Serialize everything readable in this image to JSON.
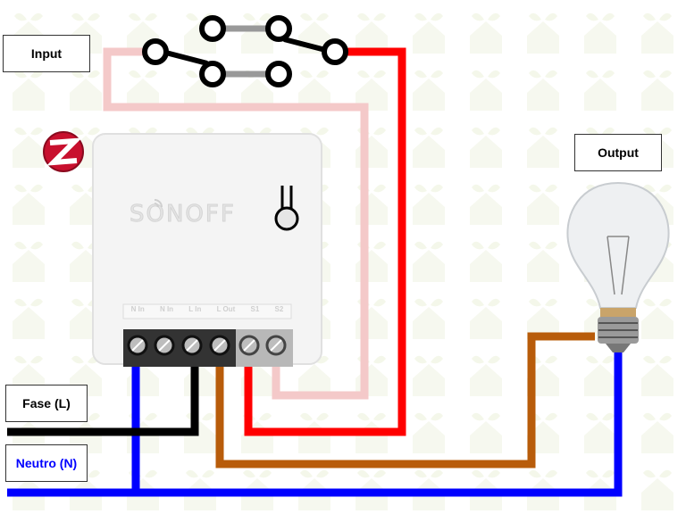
{
  "labels": {
    "input": "Input",
    "output": "Output",
    "fase": "Fase (L)",
    "neutro": "Neutro (N)"
  },
  "device": {
    "brand": "SONOFF",
    "protocol_badge": "Z",
    "terminals": [
      "N In",
      "N In",
      "L In",
      "L Out",
      "S1",
      "S2"
    ]
  },
  "colors": {
    "phase": "#000000",
    "neutral": "#0000ff",
    "load": "#b85c0a",
    "switch_s1": "#ff0000",
    "switch_s2": "#f4c9c9",
    "bridge": "#999999",
    "neutro_text": "#0000ff"
  }
}
